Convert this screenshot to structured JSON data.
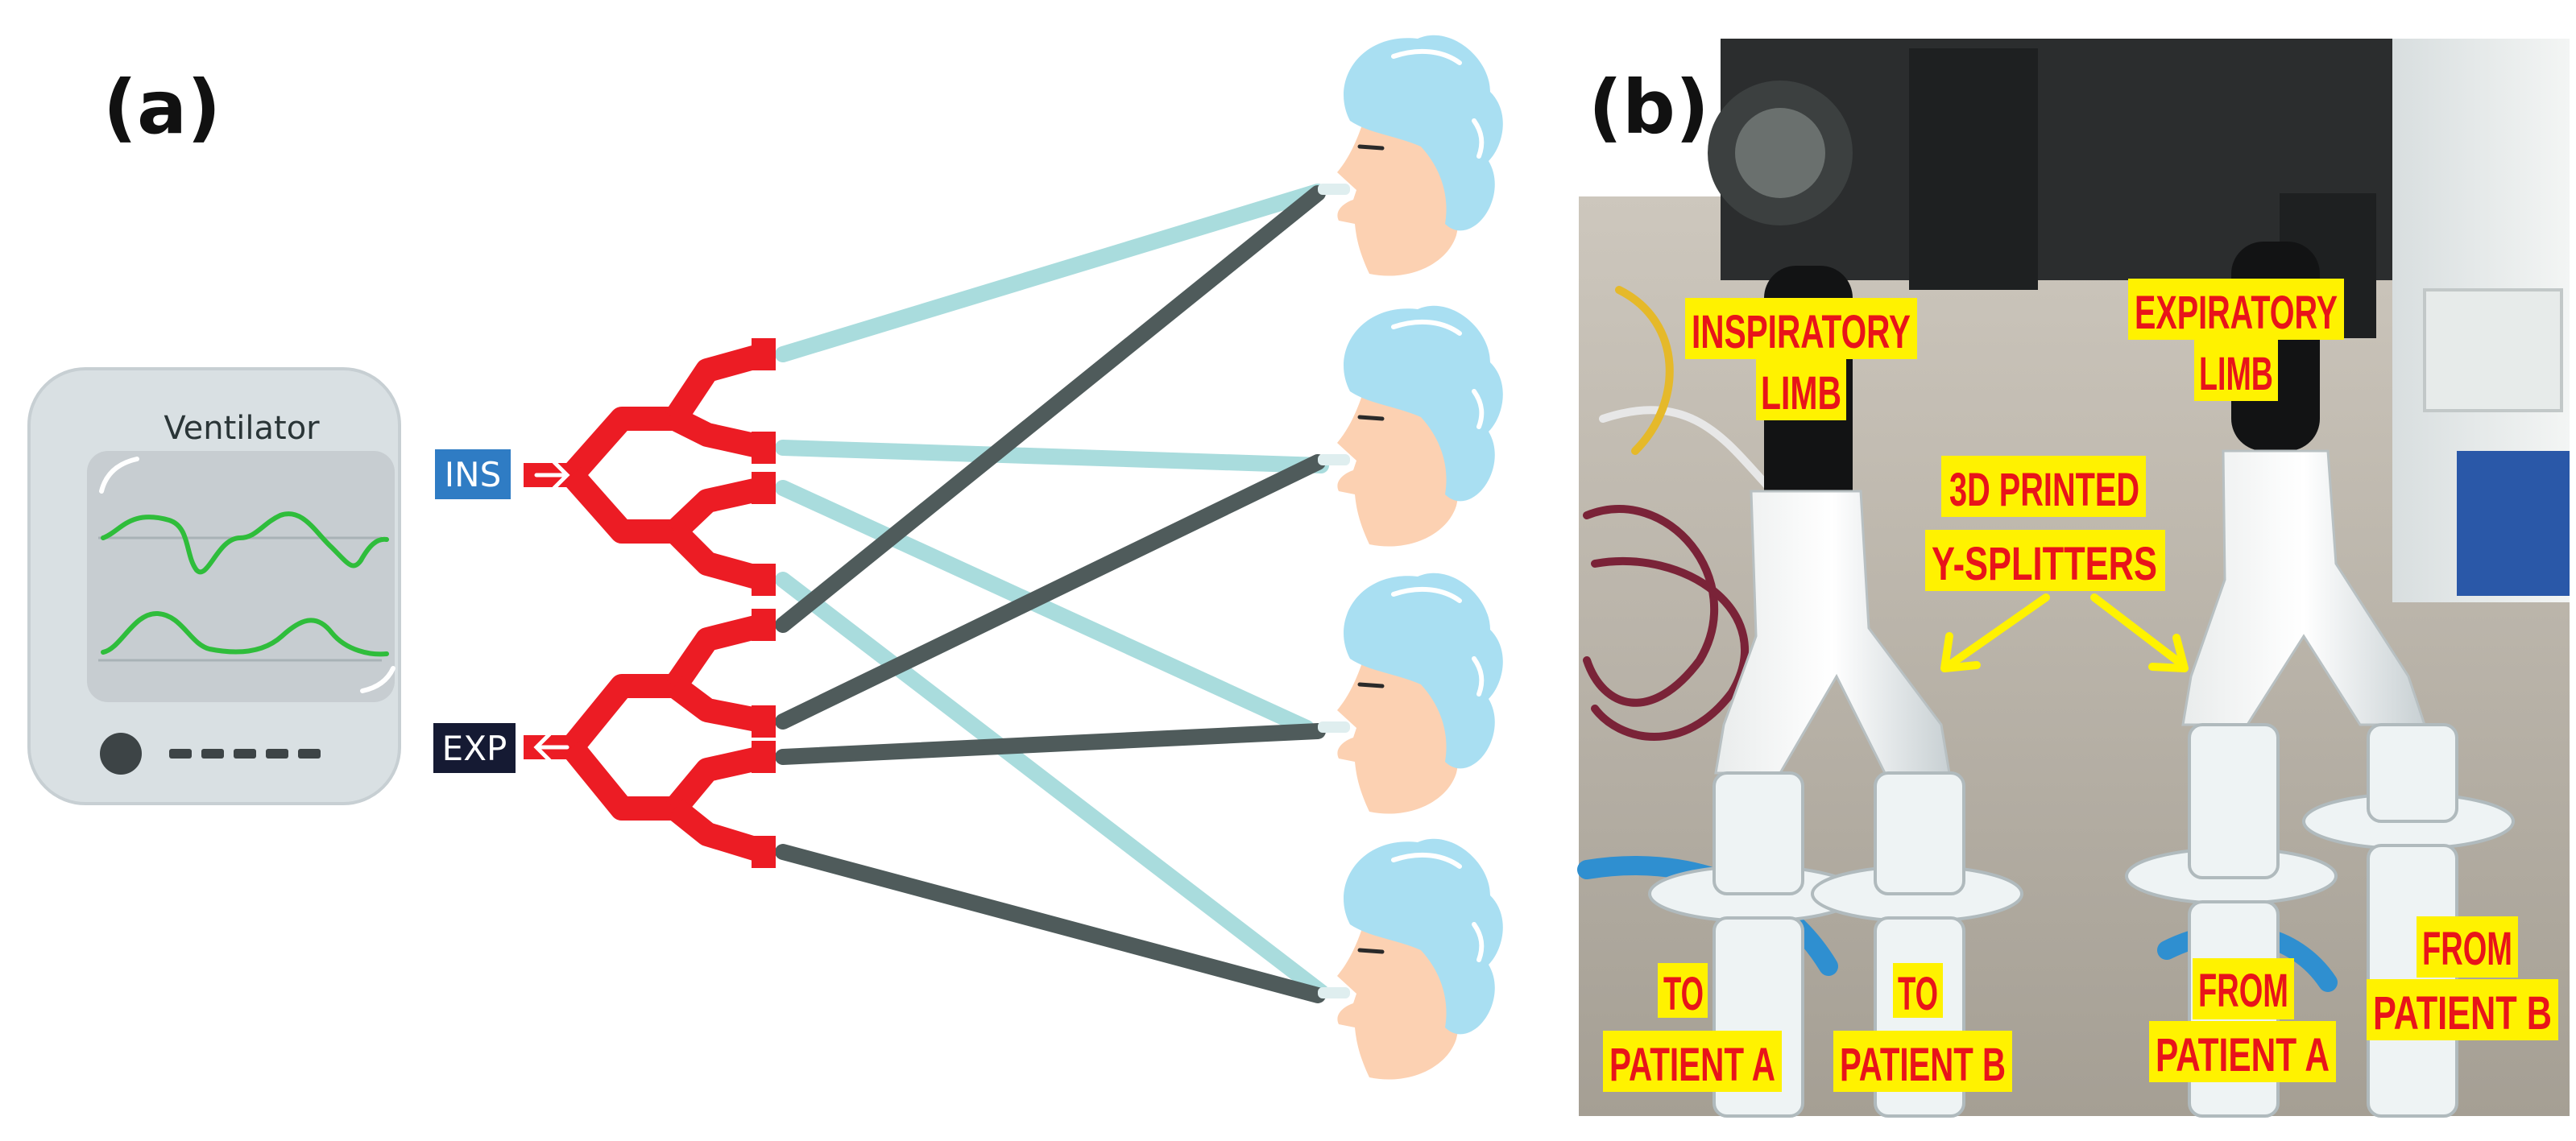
{
  "panel_a": {
    "label": "(a)",
    "ventilator": {
      "title": "Ventilator",
      "ins_label": "INS",
      "exp_label": "EXP"
    }
  },
  "panel_b": {
    "label": "(b)",
    "annotations": {
      "inspiratory": [
        "INSPIRATORY",
        "LIMB"
      ],
      "expiratory": [
        "EXPIRATORY",
        "LIMB"
      ],
      "splitters": [
        "3D PRINTED",
        "Y-SPLITTERS"
      ],
      "to_a": [
        "TO",
        "PATIENT A"
      ],
      "to_b": [
        "TO",
        "PATIENT B"
      ],
      "from_a": [
        "FROM",
        "PATIENT A"
      ],
      "from_b": [
        "FROM",
        "PATIENT B"
      ]
    }
  },
  "colors": {
    "splitter_red": "#ec1c24",
    "inspiratory_tube": "#a9dcdd",
    "expiratory_tube": "#4f5b5b",
    "ins_badge": "#2f7cc4",
    "exp_badge": "#151a33",
    "waveform": "#2fbd3b",
    "label_bg": "#fff200",
    "label_text": "#e8141a",
    "hair": "#a9dff2",
    "skin": "#fcd1b2"
  }
}
